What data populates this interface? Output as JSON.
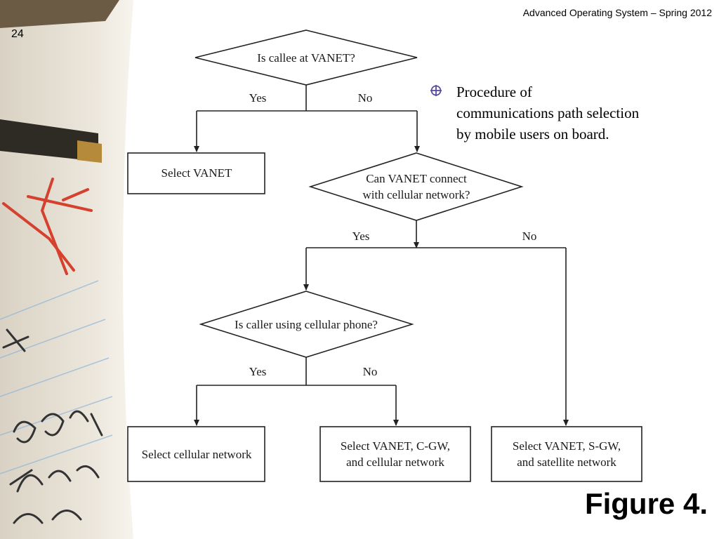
{
  "slide": {
    "header": "Advanced Operating System – Spring 2012",
    "number": "24",
    "figure_label": "Figure 4."
  },
  "bullet": {
    "icon": "crosshair-bullet-icon",
    "lines": [
      "Procedure of",
      "communications path selection",
      "by mobile users on board."
    ]
  },
  "flowchart": {
    "decisions": {
      "d1": "Is callee at VANET?",
      "d2_line1": "Can VANET connect",
      "d2_line2": "with cellular network?",
      "d3": "Is caller using cellular phone?"
    },
    "outcomes": {
      "o1": "Select VANET",
      "o2": "Select cellular network",
      "o3_line1": "Select VANET, C-GW,",
      "o3_line2": "and cellular network",
      "o4_line1": "Select VANET, S-GW,",
      "o4_line2": "and satellite network"
    },
    "labels": {
      "d1_yes": "Yes",
      "d1_no": "No",
      "d2_yes": "Yes",
      "d2_no": "No",
      "d3_yes": "Yes",
      "d3_no": "No"
    }
  }
}
